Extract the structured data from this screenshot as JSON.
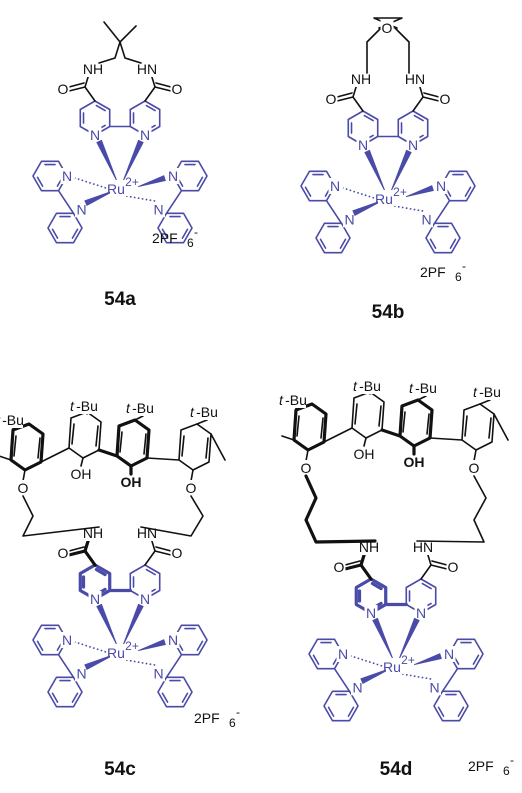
{
  "compounds": [
    {
      "id": "54a",
      "counterion": "2PF6-",
      "metal": "Ru2+",
      "bridge": "neopentyl diamide"
    },
    {
      "id": "54b",
      "counterion": "2PF6-",
      "metal": "Ru2+",
      "bridge": "glycol ether diamide"
    },
    {
      "id": "54c",
      "counterion": "2PF6-",
      "metal": "Ru2+",
      "bridge": "calixarene ethyl"
    },
    {
      "id": "54d",
      "counterion": "2PF6-",
      "metal": "Ru2+",
      "bridge": "calixarene propyl"
    }
  ],
  "labels": {
    "metal_symbol": "Ru",
    "metal_charge": "2+",
    "counterion_main": "2PF",
    "counterion_sub": "6",
    "counterion_sup": "-",
    "amine": "NH",
    "amine_rev": "HN",
    "oxygen": "O",
    "hydroxyl": "OH",
    "nitrogen": "N",
    "tbutyl_prefix": "t",
    "tbutyl_suffix": "-Bu"
  },
  "colors": {
    "ligand_blue": "#4a4aa8",
    "bond_black": "#111111"
  }
}
